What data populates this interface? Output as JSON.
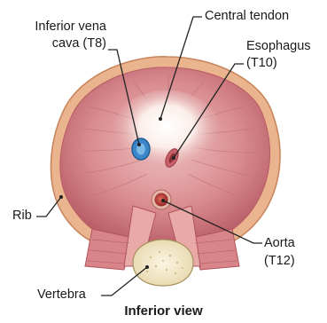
{
  "labels": {
    "ivc_line1": "Inferior vena",
    "ivc_line2": "cava (T8)",
    "central_tendon": "Central tendon",
    "esophagus_line1": "Esophagus",
    "esophagus_line2": "(T10)",
    "rib": "Rib",
    "aorta_line1": "Aorta",
    "aorta_line2": "(T12)",
    "vertebra": "Vertebra"
  },
  "caption": "Inferior view",
  "colors": {
    "muscle": "#d98c8f",
    "muscle_dark": "#b85b66",
    "rib_rim": "#e8b98f",
    "tendon": "#fbf1ee",
    "vena_cava": "#3a86c8",
    "esophagus": "#c8606a",
    "aorta": "#b5322e",
    "vertebra": "#f1e6c8",
    "leader": "#222222"
  }
}
